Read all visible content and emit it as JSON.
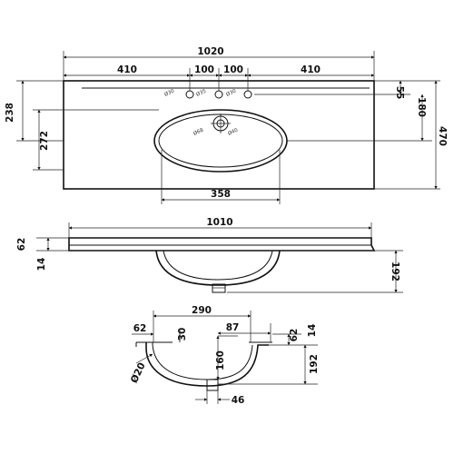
{
  "top_view": {
    "overall_width": "1020",
    "segments": [
      "410",
      "100",
      "100",
      "410"
    ],
    "tap_offset": "55",
    "tap_to_bowl": "180",
    "overall_depth": "470",
    "left_to_tap": "238",
    "bowl_depth": "272",
    "bowl_width": "358",
    "hole_labels": [
      "Ø30",
      "Ø35",
      "Ø30"
    ],
    "waste_labels": [
      "Ø68",
      "Ø40"
    ]
  },
  "front_view": {
    "width": "1010",
    "deck_height": "62",
    "lip": "14",
    "bowl_height": "192"
  },
  "section_view": {
    "bowl_width": "290",
    "left_lip": "62",
    "tap_hole": "30",
    "right_offset": "87",
    "right_lip": "62",
    "right_top": "14",
    "depth": "160",
    "overall_height": "192",
    "radius": "Ø20",
    "waste": "46"
  }
}
